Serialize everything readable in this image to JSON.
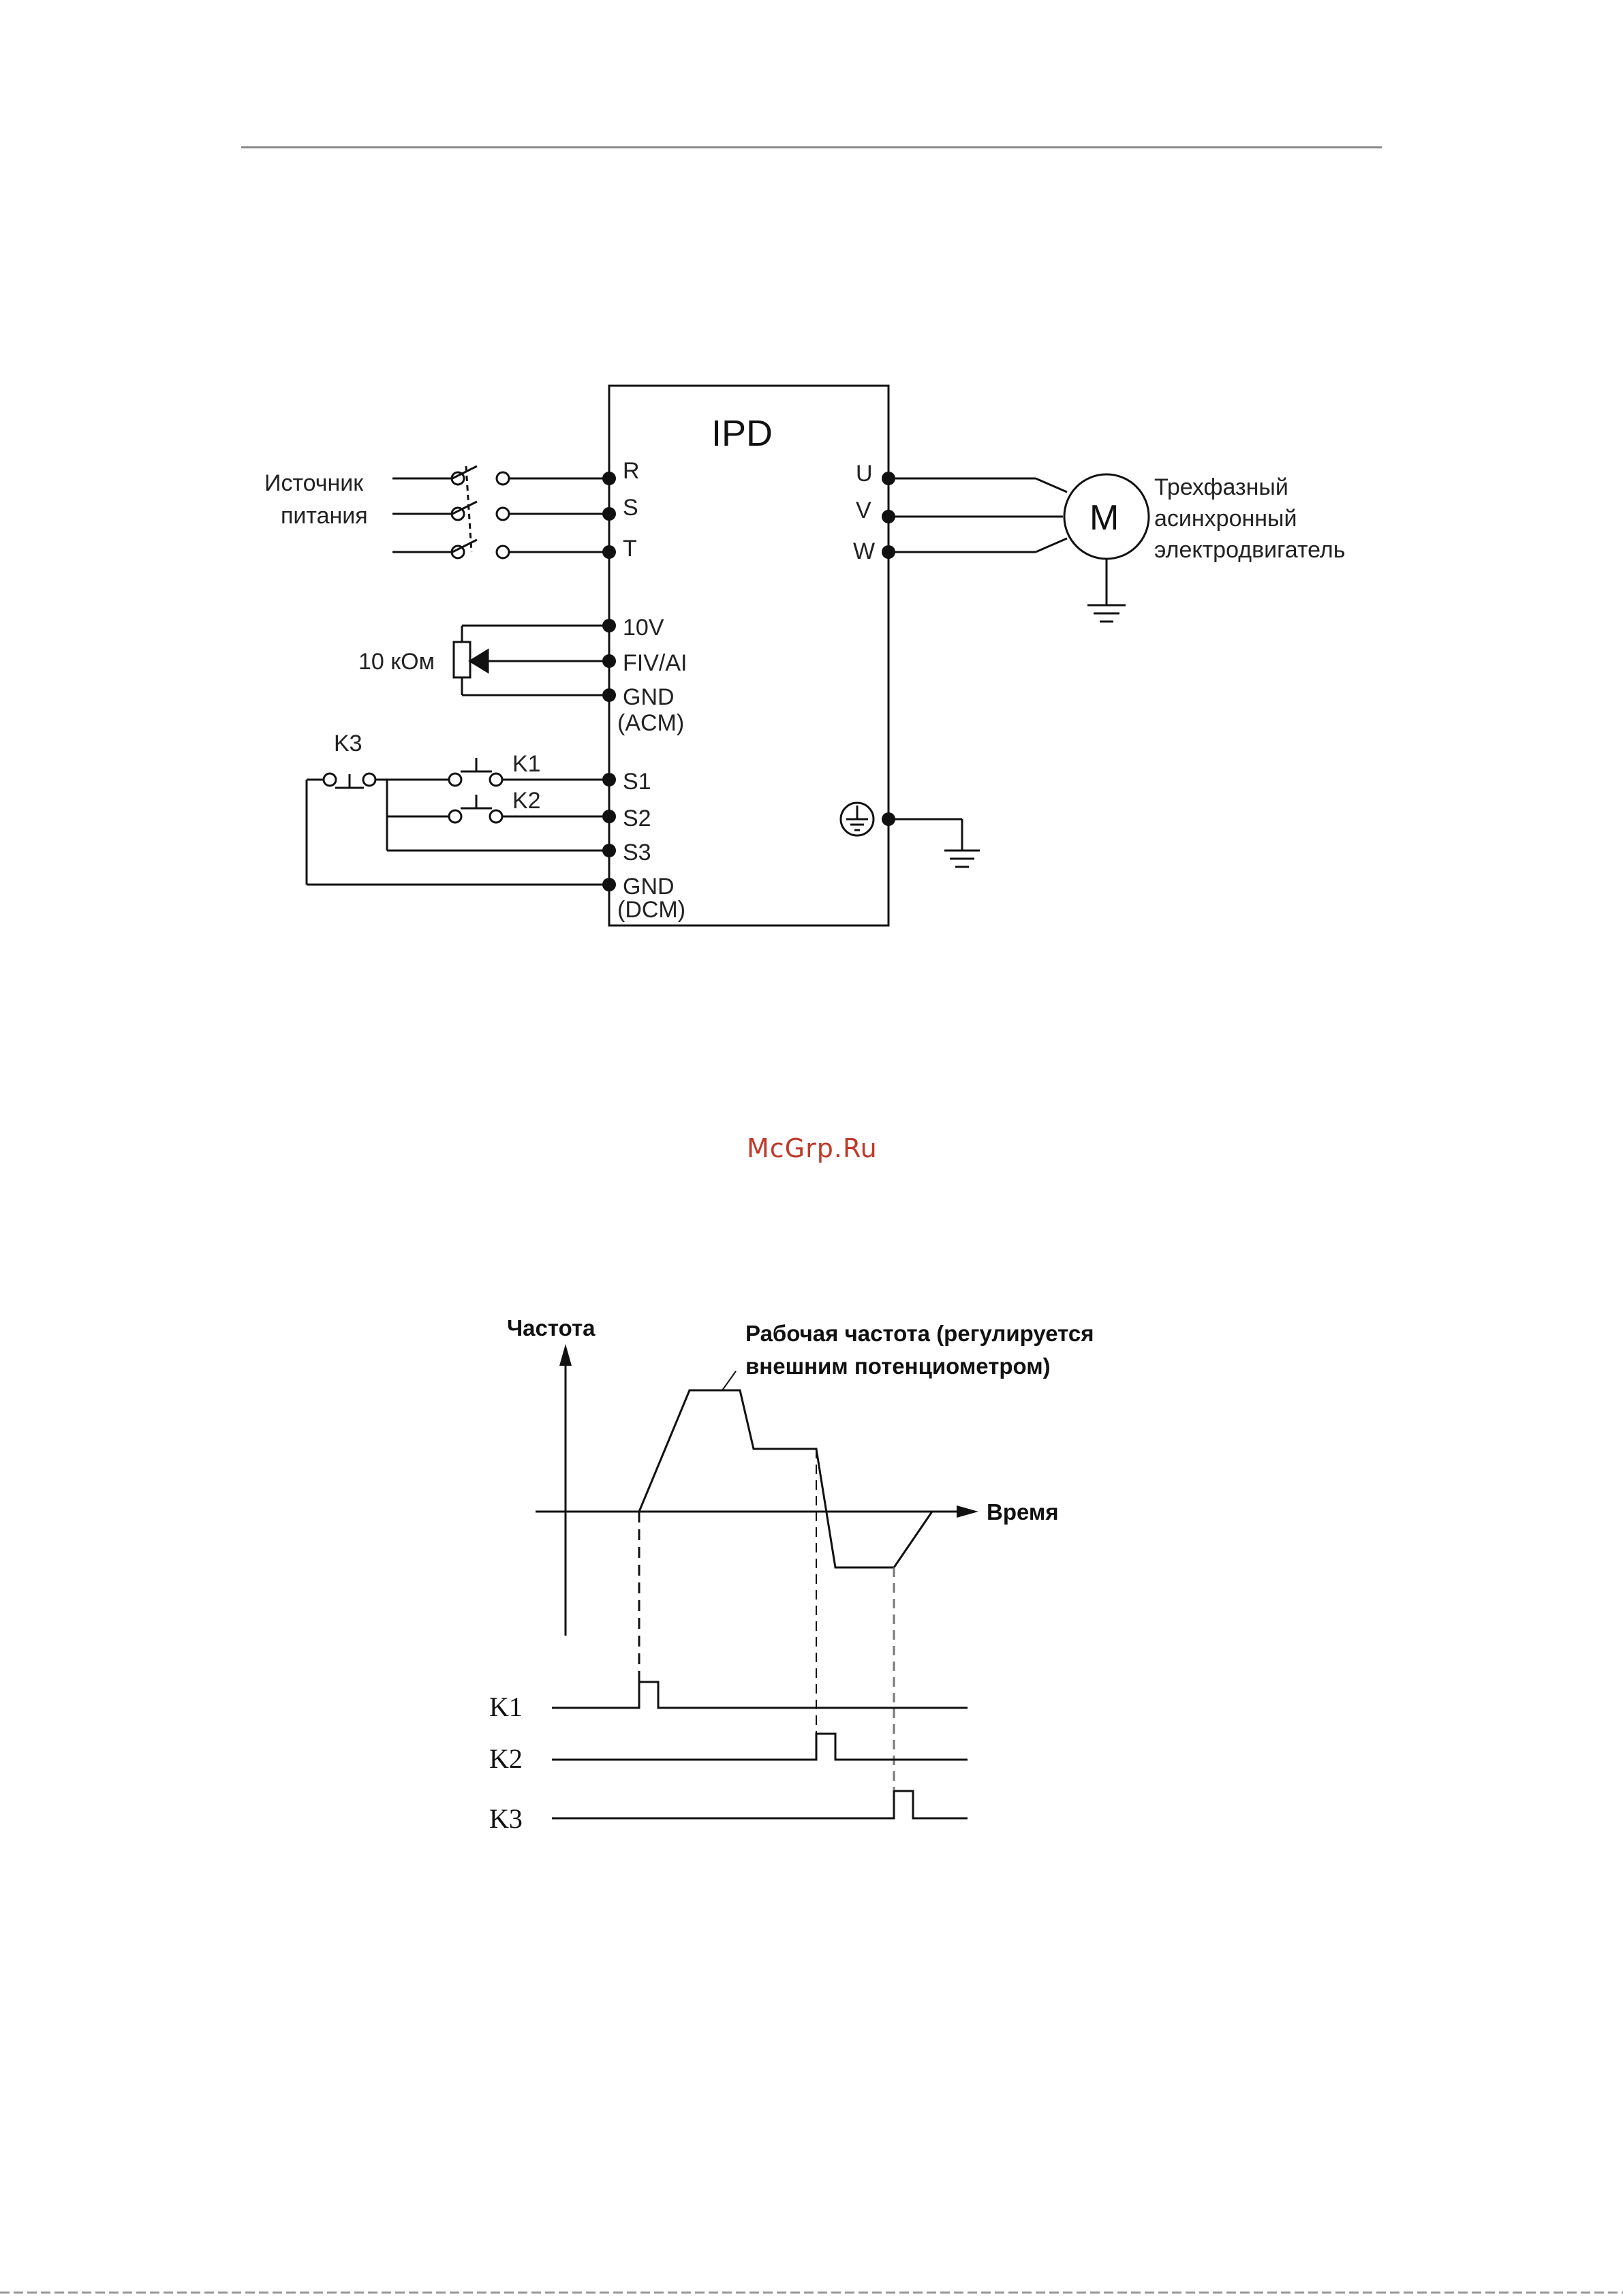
{
  "wiring_diagram": {
    "device": "IPD",
    "power_source": [
      "Источник",
      "питания"
    ],
    "input_terminals": [
      "R",
      "S",
      "T"
    ],
    "output_terminals": [
      "U",
      "V",
      "W"
    ],
    "motor_symbol": "M",
    "motor_label": [
      "Трехфазный",
      "асинхронный",
      "электродвигатель"
    ],
    "analog_terminals": [
      "10V",
      "FIV/AI",
      "GND",
      "(ACM)"
    ],
    "potentiometer_label": "10 кОм",
    "digital_terminals": [
      "S1",
      "S2",
      "S3",
      "GND",
      "(DCM)"
    ],
    "switch_labels": [
      "K1",
      "K2",
      "K3"
    ]
  },
  "watermark": "McGrp.Ru",
  "timing_chart": {
    "y_axis_label": "Частота",
    "x_axis_label": "Время",
    "annotation": [
      "Рабочая частота (регулируется",
      "внешним  потенциометром)"
    ],
    "signals": [
      "K1",
      "K2",
      "K3"
    ]
  }
}
